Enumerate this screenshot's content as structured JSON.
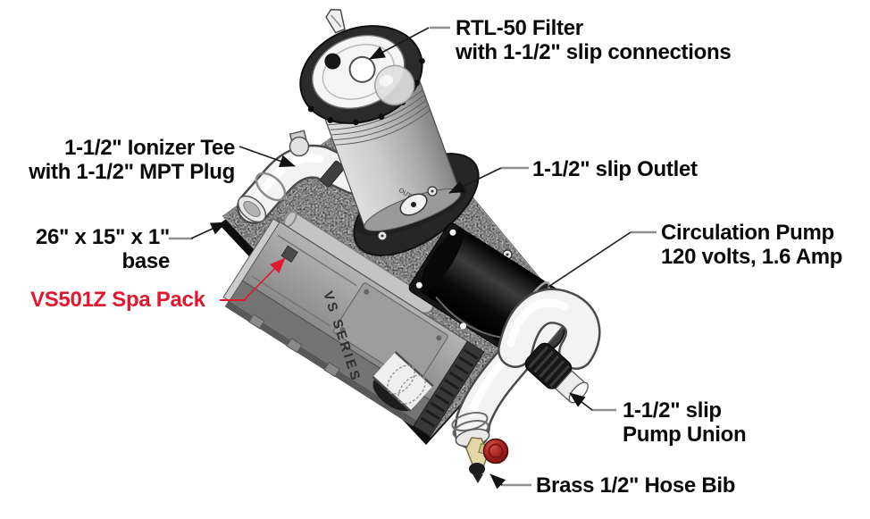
{
  "diagram": {
    "labels": {
      "filter": {
        "line1": "RTL-50 Filter",
        "line2": "with 1-1/2\" slip connections"
      },
      "ionizer_tee": {
        "line1": "1-1/2\" Ionizer Tee",
        "line2": "with 1-1/2\" MPT Plug"
      },
      "base_dim": {
        "line1": "26\" x 15\" x 1\"",
        "line2": "base"
      },
      "spa_pack": {
        "text": "VS501Z Spa Pack"
      },
      "outlet": {
        "text": "1-1/2\" slip Outlet"
      },
      "pump": {
        "line1": "Circulation Pump",
        "line2": "120 volts, 1.6 Amp"
      },
      "pump_union": {
        "line1": "1-1/2\" slip",
        "line2": "Pump Union"
      },
      "hose_bib": {
        "text": "Brass 1/2\" Hose Bib"
      }
    },
    "component_markings": {
      "spa_pack_side": "VS SERIES",
      "heater_port": "OUT"
    },
    "colors": {
      "label_text": "#0a0a0a",
      "highlight_label": "#e1182f",
      "leader_gray": "#8f8f8f",
      "leader_black": "#1a1a1a",
      "pvc_white": "#f3f3f3",
      "base_dark": "#262626",
      "pump_black": "#111111",
      "hose_bib_red": "#a32020",
      "brass": "#e3d9a8"
    }
  }
}
